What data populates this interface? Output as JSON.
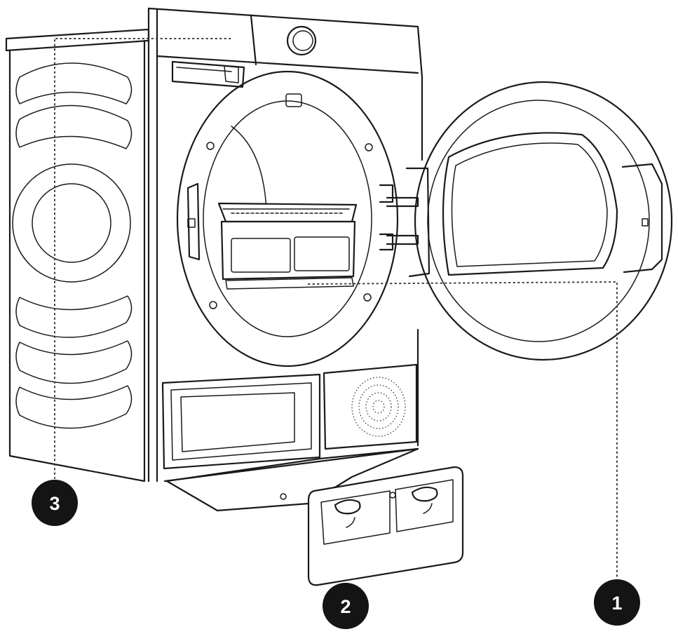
{
  "callouts": [
    {
      "id": "door",
      "label": "1"
    },
    {
      "id": "water-tank-cover",
      "label": "2"
    },
    {
      "id": "top-panel",
      "label": "3"
    }
  ],
  "colors": {
    "line": "#1a1a1a",
    "callout": "#141414",
    "callout_text": "#ffffff",
    "background": "#ffffff"
  }
}
